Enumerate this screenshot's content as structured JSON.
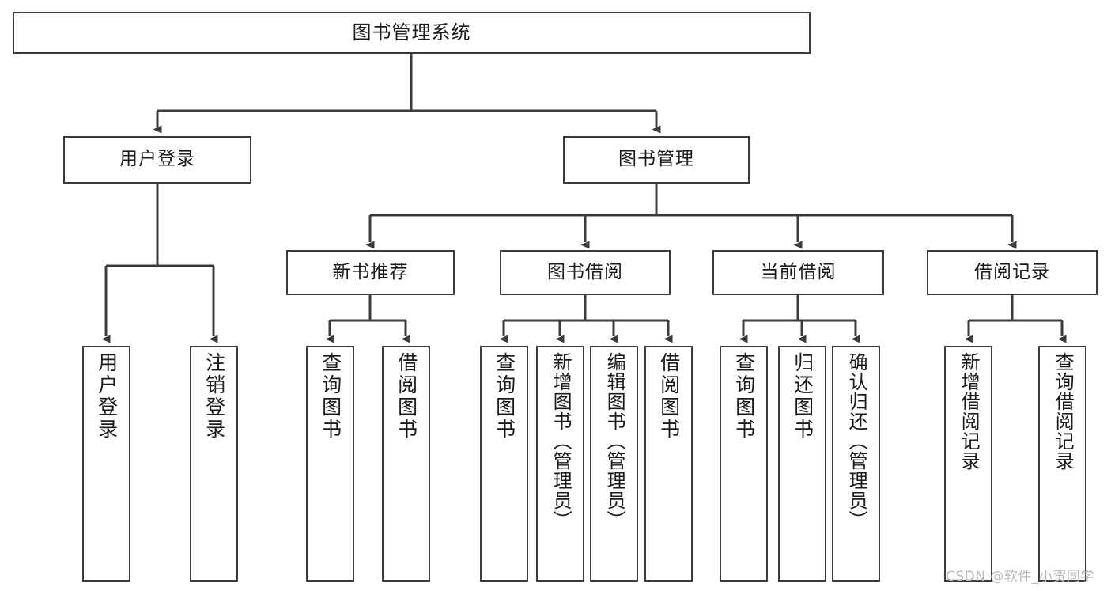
{
  "diagram": {
    "type": "tree",
    "title": "图书管理系统",
    "root": {
      "label": "图书管理系统"
    },
    "level2": [
      {
        "label": "用户登录"
      },
      {
        "label": "图书管理"
      }
    ],
    "level3": [
      {
        "label": "新书推荐"
      },
      {
        "label": "图书借阅"
      },
      {
        "label": "当前借阅"
      },
      {
        "label": "借阅记录"
      }
    ],
    "leaves": {
      "user_login": [
        {
          "label": "用户登录"
        },
        {
          "label": "注销登录"
        }
      ],
      "new_book_recommend": [
        {
          "label": "查询图书"
        },
        {
          "label": "借阅图书"
        }
      ],
      "book_borrow": [
        {
          "label": "查询图书"
        },
        {
          "label": "新增图书（管理员）"
        },
        {
          "label": "编辑图书（管理员）"
        },
        {
          "label": "借阅图书"
        }
      ],
      "current_borrow": [
        {
          "label": "查询图书"
        },
        {
          "label": "归还图书"
        },
        {
          "label": "确认归还（管理员）"
        }
      ],
      "borrow_record": [
        {
          "label": "新增借阅记录"
        },
        {
          "label": "查询借阅记录"
        }
      ]
    }
  },
  "watermark": {
    "text": "CSDN @软件_小贺同学"
  },
  "colors": {
    "stroke": "#3b3b3b",
    "fill": "#ffffff",
    "text": "#1b1b1b",
    "watermark": "#b9b9b9"
  }
}
